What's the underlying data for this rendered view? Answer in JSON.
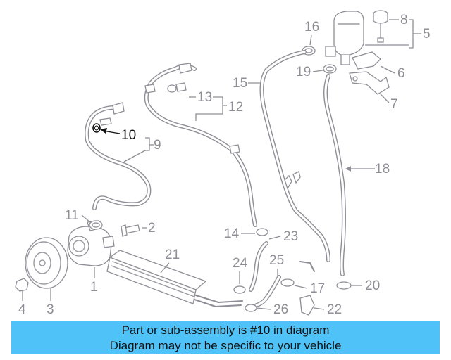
{
  "callouts": {
    "c1": "1",
    "c2": "2",
    "c3": "3",
    "c4": "4",
    "c5": "5",
    "c6": "6",
    "c7": "7",
    "c8": "8",
    "c9": "9",
    "c10": "10",
    "c11": "11",
    "c12": "12",
    "c13": "13",
    "c14": "14",
    "c15": "15",
    "c16": "16",
    "c17": "17",
    "c18": "18",
    "c19": "19",
    "c20": "20",
    "c21": "21",
    "c22": "22",
    "c23": "23",
    "c24": "24",
    "c25": "25",
    "c26": "26"
  },
  "highlighted_part": "10",
  "caption": {
    "line1": "Part or sub-assembly is #10 in diagram",
    "line2": "Diagram may not be specific to your vehicle",
    "background": "#4fc3f7"
  },
  "colors": {
    "part_lines": "#8e8e96",
    "highlight": "#111111"
  }
}
